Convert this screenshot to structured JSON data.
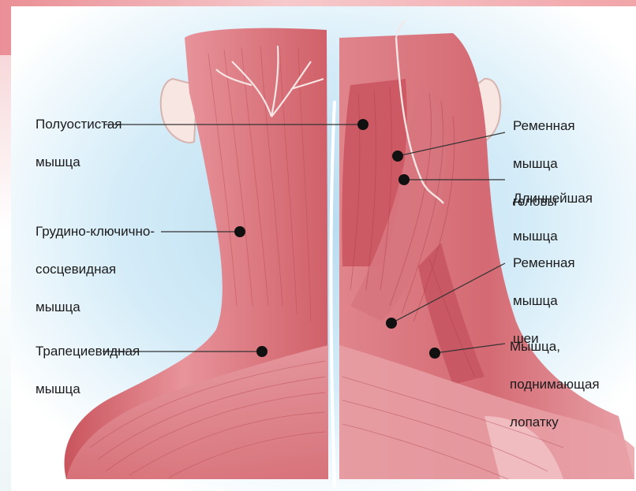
{
  "diagram": {
    "labels_left": [
      {
        "id": "semispinalis",
        "lines": [
          "Полуостистая",
          "мышца"
        ]
      },
      {
        "id": "sternocleidomastoid",
        "lines": [
          "Грудино-ключично-",
          "сосцевидная",
          "мышца"
        ]
      },
      {
        "id": "trapezius",
        "lines": [
          "Трапециевидная",
          "мышца"
        ]
      }
    ],
    "labels_right": [
      {
        "id": "splenius-capitis",
        "lines": [
          "Ременная",
          "мышца",
          "головы"
        ]
      },
      {
        "id": "longissimus",
        "lines": [
          "Длиннейшая",
          "мышца"
        ]
      },
      {
        "id": "splenius-cervicis",
        "lines": [
          "Ременная",
          "мышца",
          "шеи"
        ]
      },
      {
        "id": "levator-scapulae",
        "lines": [
          "Мышца,",
          "поднимающая",
          "лопатку"
        ]
      }
    ],
    "colors": {
      "muscle": "#d96b73",
      "muscle_light": "#f0aab0",
      "muscle_dark": "#b8424c",
      "background_blue": "#cfe9f7",
      "leader": "#333333",
      "marker": "#111111"
    }
  }
}
